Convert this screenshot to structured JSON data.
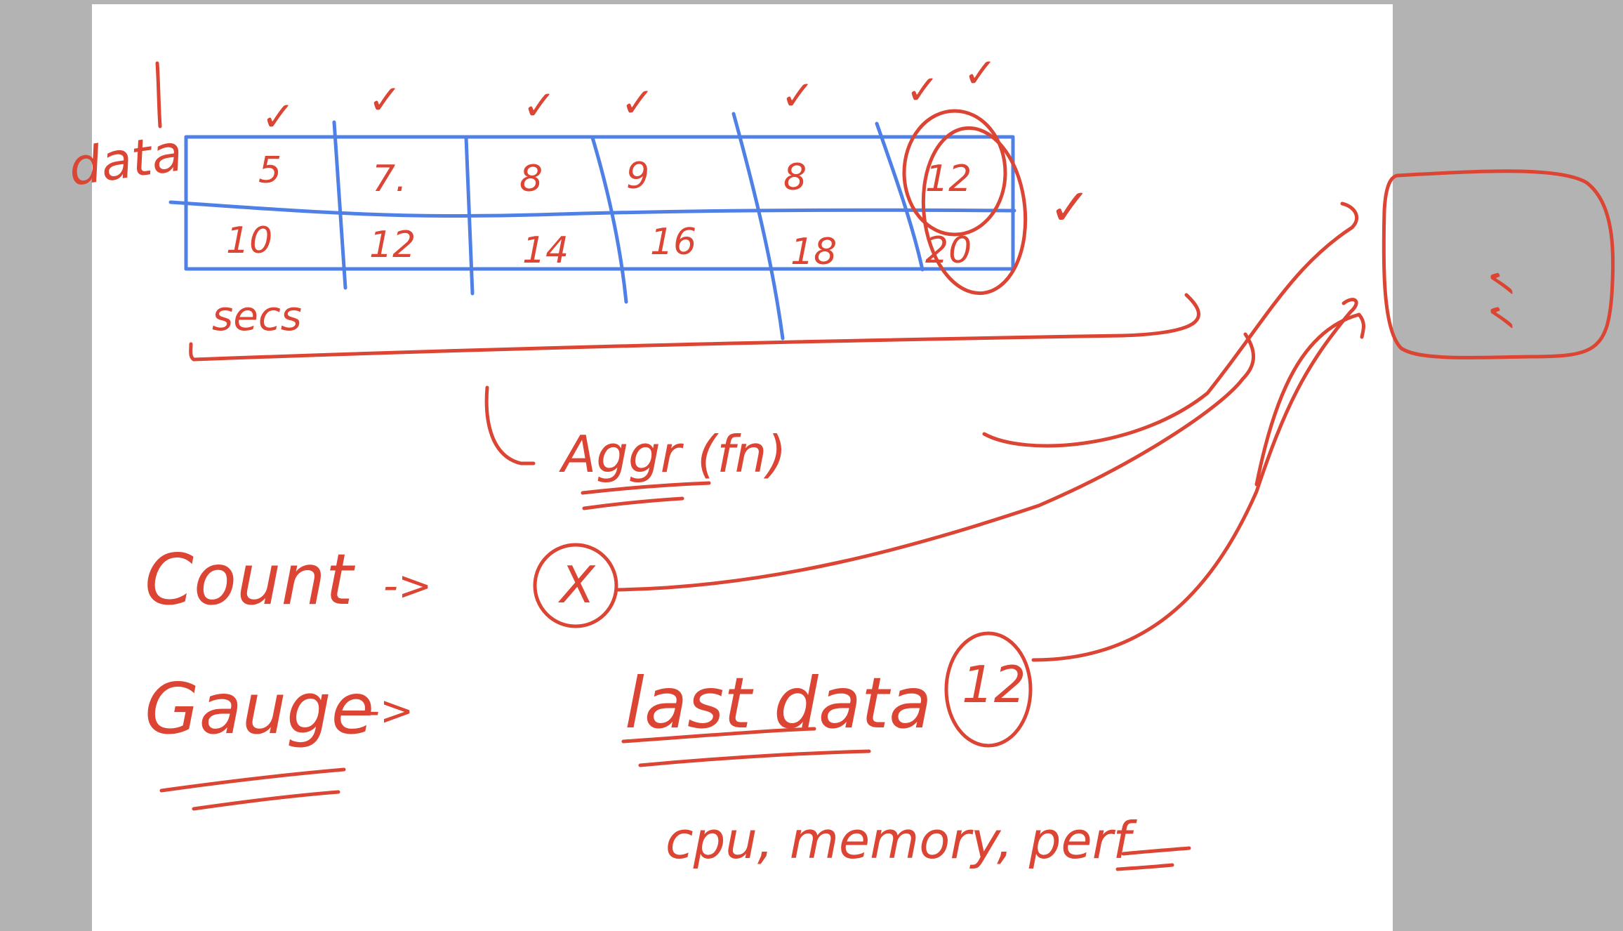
{
  "colors": {
    "ink_red": "#dc4433",
    "ink_blue": "#4f80e6",
    "paper": "#ffffff",
    "margin": "#b3b3b3"
  },
  "labels": {
    "row_data": "data",
    "row_secs": "secs",
    "aggr": "Aggr (fn)",
    "count": "Count",
    "count_arrow": "->",
    "count_value": "X",
    "gauge": "Gauge",
    "gauge_arrow": "->",
    "last_data": "last data",
    "last_value": "12",
    "examples": "cpu, memory, perf",
    "box_marks": "✓✓"
  },
  "table": {
    "data_row": [
      "5",
      "7.",
      "8",
      "9",
      "8",
      "12"
    ],
    "secs_row": [
      "10",
      "12",
      "14",
      "16",
      "18",
      "20"
    ]
  },
  "checkmarks": [
    "✓",
    "✓",
    "✓",
    "✓",
    "✓",
    "✓",
    "✓",
    "✓"
  ]
}
